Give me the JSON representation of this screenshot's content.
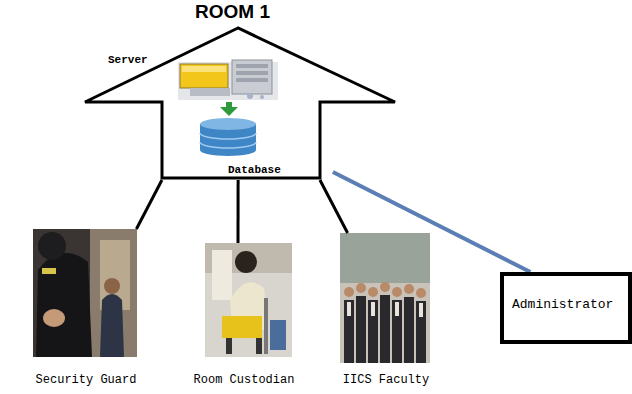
{
  "diagram": {
    "nodes": [
      {
        "text": [
          "ROOM 1",
          "Server",
          "Database"
        ]
      },
      {
        "text": [
          "Security Guard"
        ]
      },
      {
        "text": [
          "Room Custodian"
        ]
      },
      {
        "text": [
          "IICS Faculty"
        ]
      },
      {
        "text": [
          "Administrator"
        ]
      }
    ],
    "edges": [
      {
        "from": 0,
        "to": 1,
        "arrow": "none"
      },
      {
        "from": 0,
        "to": 2,
        "arrow": "none"
      },
      {
        "from": 0,
        "to": 3,
        "arrow": "none"
      },
      {
        "from": 0,
        "to": 4,
        "arrow": "none"
      }
    ]
  }
}
